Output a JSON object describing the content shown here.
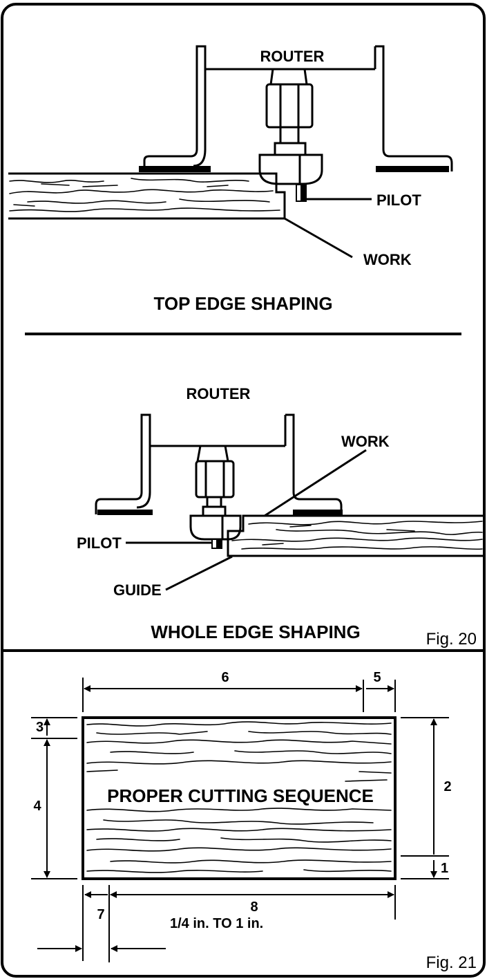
{
  "fig20": {
    "top": {
      "router_label": "ROUTER",
      "pilot_label": "PILOT",
      "work_label": "WORK",
      "caption": "TOP EDGE SHAPING"
    },
    "whole": {
      "router_label": "ROUTER",
      "work_label": "WORK",
      "pilot_label": "PILOT",
      "guide_label": "GUIDE",
      "caption": "WHOLE EDGE SHAPING"
    },
    "figure_label": "Fig. 20"
  },
  "fig21": {
    "center_label": "PROPER CUTTING SEQUENCE",
    "dimensions": {
      "d1": "1",
      "d2": "2",
      "d3": "3",
      "d4": "4",
      "d5": "5",
      "d6": "6",
      "d7": "7",
      "d8": "8"
    },
    "offset_note": "1/4 in. TO 1 in.",
    "figure_label": "Fig. 21"
  }
}
